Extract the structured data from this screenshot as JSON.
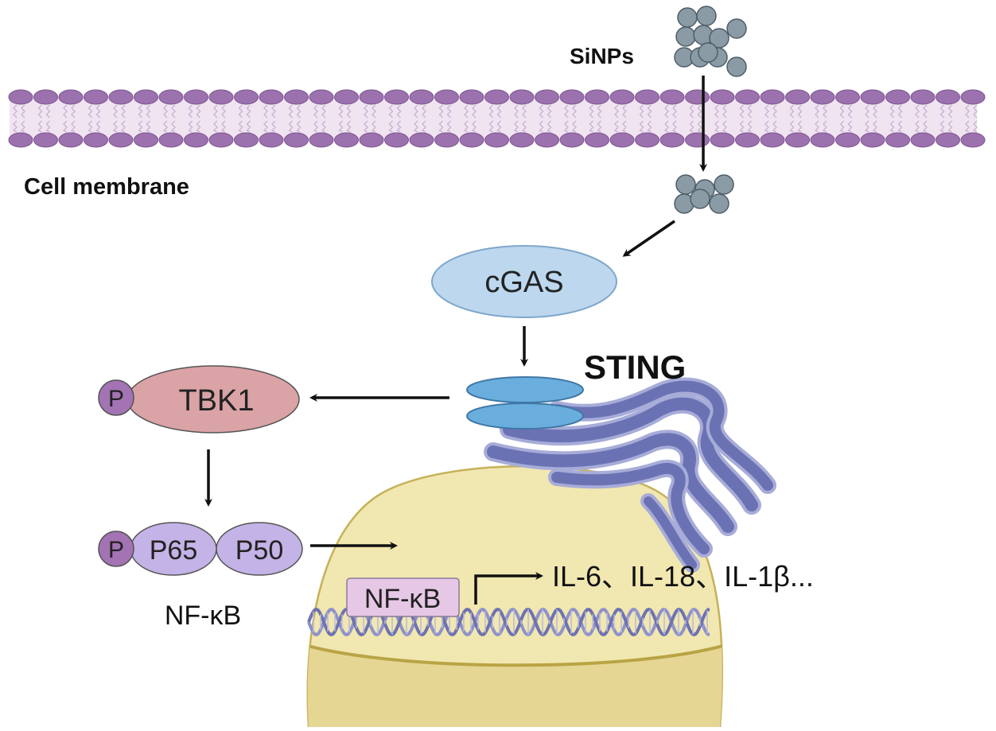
{
  "labels": {
    "sinps": "SiNPs",
    "cell_membrane": "Cell membrane",
    "cgas": "cGAS",
    "sting": "STING",
    "tbk1": "TBK1",
    "phospho_tbk1": "P",
    "phospho_p65": "P",
    "p65": "P65",
    "p50": "P50",
    "nfkb_complex": "NF-κB",
    "nfkb_nuclear": "NF-κB",
    "cytokines": "IL-6、IL-18、IL-1β..."
  },
  "colors": {
    "membrane_head": "#9b72ad",
    "membrane_head_stroke": "#7d5592",
    "membrane_band": "#f1e4f1",
    "nanoparticle": "#8a9ba6",
    "nanoparticle_stroke": "#4f5e68",
    "cgas_fill": "#bcd7ee",
    "cgas_stroke": "#7fa7cc",
    "sting_fill": "#6aaede",
    "sting_stroke": "#3f78a6",
    "er_fill": "#6b72b4",
    "er_stroke": "#a7acd8",
    "tbk1_fill": "#daa3a6",
    "tbk1_stroke": "#555555",
    "phospho_fill": "#a373b4",
    "subunit_fill": "#c4b3e6",
    "nucleus_fill": "#f1e7b0",
    "nucleus_lower": "#e6d694",
    "nucleus_stroke": "#c6b15a",
    "dna_strand": "#8f92c9",
    "nfkb_box_fill": "#e6c8e6",
    "arrow": "#111111"
  }
}
